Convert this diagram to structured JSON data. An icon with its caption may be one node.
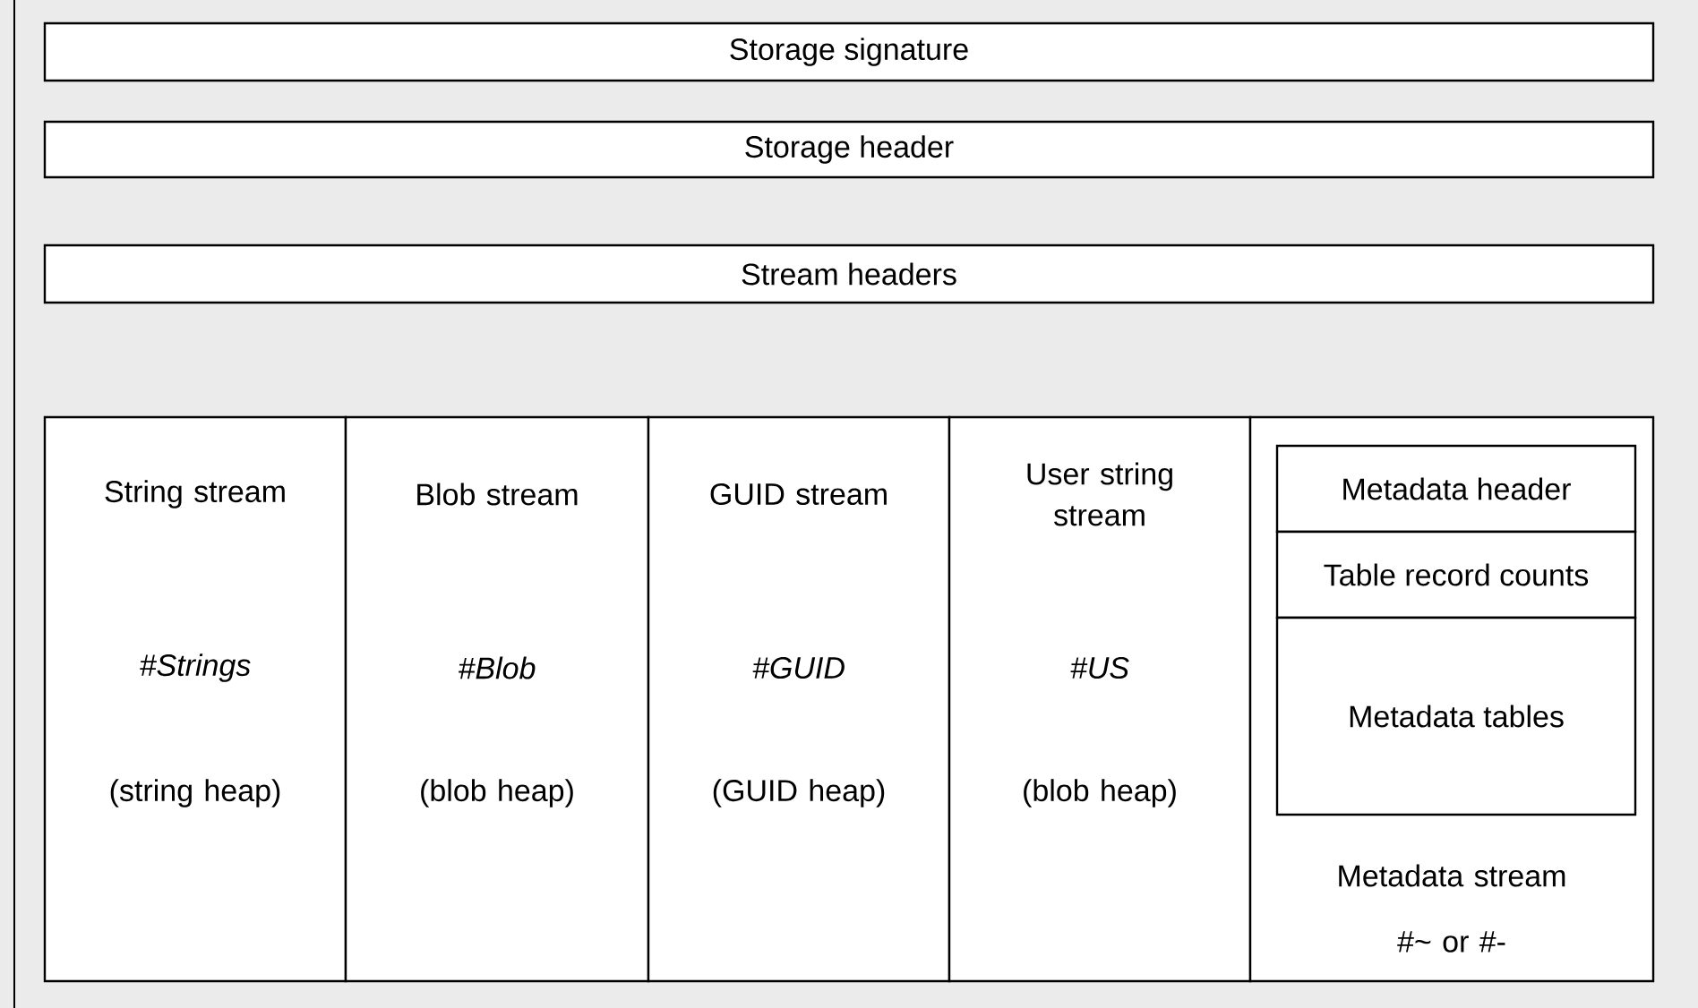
{
  "diagram": {
    "nodes": [
      {
        "text": [
          "Storage signature"
        ]
      },
      {
        "text": [
          "Storage header"
        ]
      },
      {
        "text": [
          "Stream headers"
        ]
      },
      {
        "text": [
          "String stream",
          "#Strings",
          "(string heap)"
        ]
      },
      {
        "text": [
          "Blob stream",
          "#Blob",
          "(blob heap)"
        ]
      },
      {
        "text": [
          "GUID stream",
          "#GUID",
          "(GUID heap)"
        ]
      },
      {
        "text": [
          "User string stream",
          "#US",
          "(blob heap)"
        ]
      },
      {
        "text": [
          "Metadata stream",
          "#~ or #-"
        ]
      },
      {
        "text": [
          "Metadata header"
        ],
        "in": 7
      },
      {
        "text": [
          "Table record counts"
        ],
        "in": 7
      },
      {
        "text": [
          "Metadata tables"
        ],
        "in": 7
      }
    ],
    "edges": []
  }
}
